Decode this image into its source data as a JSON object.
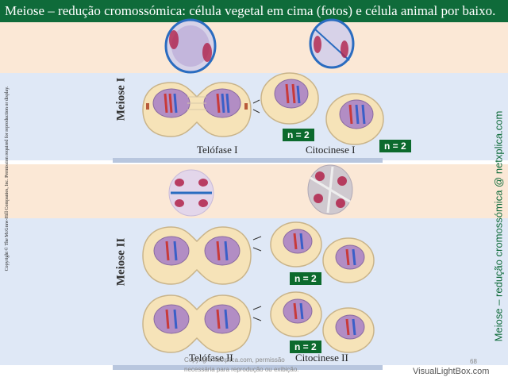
{
  "header": {
    "title": "Meiose – redução cromossómica: célula vegetal em cima (fotos) e célula animal por baixo."
  },
  "side": {
    "copyright": "Copyright © The McGraw-Hill Companies, Inc. Permission required for reproduction or display.",
    "brand": "Meiose – redução cromossómica @ netxplica.com"
  },
  "sections": {
    "meiosis1": {
      "label": "Meiose I",
      "telophase": "Telófase I",
      "cytokinesis": "Citocinese I"
    },
    "meiosis2": {
      "label": "Meiose II",
      "telophase": "Telófase II",
      "cytokinesis": "Citocinese II"
    }
  },
  "badges": {
    "b1": "n = 2",
    "b2": "n = 2",
    "b3": "n = 2",
    "b4": "n = 2"
  },
  "footer": {
    "line1": "Copyright netxplica.com, permissão",
    "line2": "necessária para reprodução ou exibição.",
    "page": "68"
  },
  "watermark": "VisualLightBox.com",
  "colors": {
    "title_bg": "#0f6b3a",
    "peach_band": "#fbe8d6",
    "blue_band": "#dfe8f6",
    "badge_bg": "#0c6a2d",
    "cell_fill": "#f6e3b8",
    "nucleus": "#b28dc4",
    "chromosome_red": "#c83a3a",
    "chromosome_blue": "#3a5fc8"
  }
}
